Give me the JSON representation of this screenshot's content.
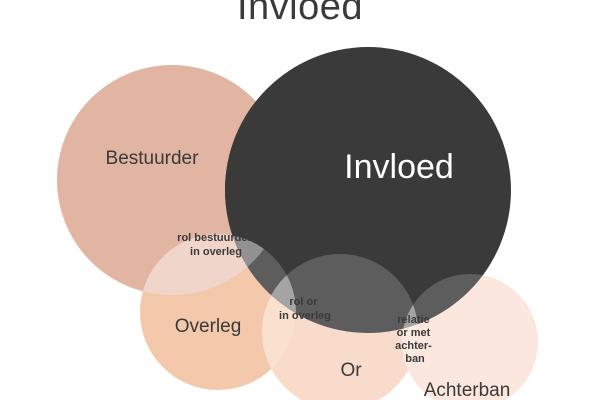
{
  "title": "Invloed",
  "colors": {
    "bestuurder": "#e2b4a2",
    "invloed": "#3a3a3a",
    "overleg": "#f2bc98",
    "or": "#f8d3c1",
    "achterban": "#fbe2d6",
    "overlay_light": "#ffffff",
    "label_light": "#ffffff",
    "label_dark": "#3a3a3a"
  },
  "circles": {
    "bestuurder": {
      "label": "Bestuurder"
    },
    "invloed": {
      "label": "Invloed"
    },
    "overleg": {
      "label": "Overleg"
    },
    "or": {
      "label": "Or"
    },
    "achterban": {
      "label": "Achterban"
    }
  },
  "intersections": {
    "rol_bestuurder": {
      "lines": [
        "rol bestuurder",
        "in overleg"
      ]
    },
    "rol_or": {
      "lines": [
        "rol or",
        "in overleg"
      ]
    },
    "relatie": {
      "lines": [
        "relatie",
        "or met",
        "achter-",
        "ban"
      ]
    }
  }
}
